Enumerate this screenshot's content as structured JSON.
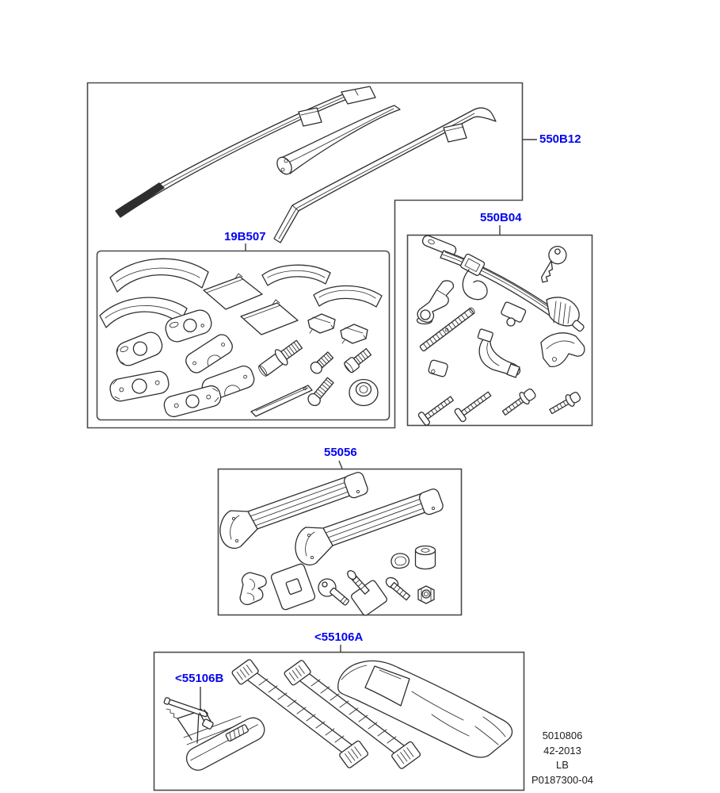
{
  "callouts": {
    "roof_rails": "550B12",
    "fitting_kit": "19B507",
    "carrier_kit": "550B04",
    "ski_carrier": "55056",
    "cross_bars": "<55106A",
    "cross_bar_clamp": "<55106B"
  },
  "plate_info": {
    "line1": "5010806",
    "line2": "42-2013",
    "line3": "LB",
    "line4": "P0187300-04"
  },
  "colors": {
    "callout_blue": "#0404f0",
    "line_art": "#2e2e2e",
    "frame_gray": "#4a4a4a",
    "background": "#ffffff"
  }
}
